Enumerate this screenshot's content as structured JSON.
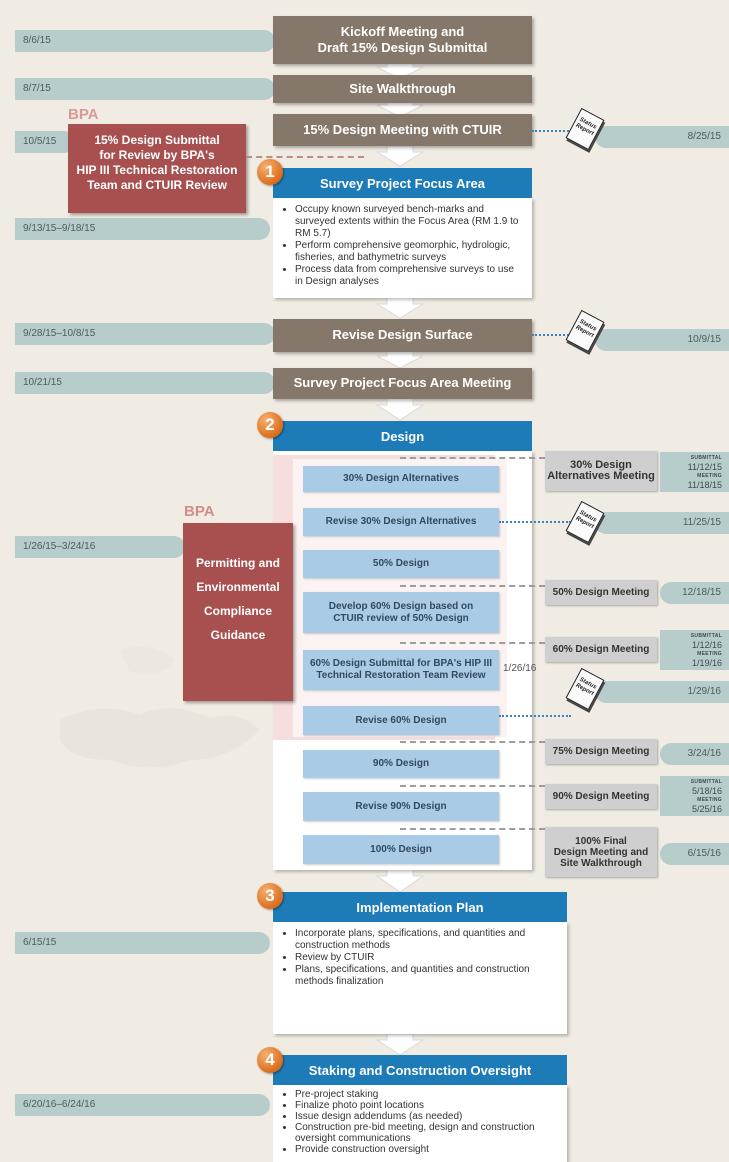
{
  "left_dates": {
    "d1": "8/6/15",
    "d2": "8/7/15",
    "d3": "10/5/15",
    "d4": "9/13/15–9/18/15",
    "d5": "9/28/15–10/8/15",
    "d6": "10/21/15",
    "d7": "1/26/15–3/24/16",
    "d8": "6/15/15",
    "d9": "6/20/16–6/24/16"
  },
  "right_dates": {
    "r1": "8/25/15",
    "r2": "10/9/15",
    "r3": "11/25/15",
    "r4": "12/18/15",
    "r5": "1/29/16",
    "r6": "3/24/16",
    "r7": "6/15/16"
  },
  "stacked_dates": {
    "s1": {
      "submittal_tag": "SUBMITTAL",
      "submittal": "11/12/15",
      "meeting_tag": "MEETING",
      "meeting": "11/18/15"
    },
    "s2": {
      "submittal_tag": "SUBMITTAL",
      "submittal": "1/12/16",
      "meeting_tag": "MEETING",
      "meeting": "1/19/16"
    },
    "s3": {
      "submittal_tag": "SUBMITTAL",
      "submittal": "5/18/16",
      "meeting_tag": "MEETING",
      "meeting": "5/25/16"
    }
  },
  "top_steps": {
    "kickoff_line1": "Kickoff Meeting and",
    "kickoff_line2": "Draft 15% Design Submittal",
    "walkthrough": "Site Walkthrough",
    "design_meeting": "15% Design Meeting with CTUIR",
    "revise_surface": "Revise Design Surface",
    "survey_meeting": "Survey Project Focus Area Meeting"
  },
  "bpa": {
    "label": "BPA",
    "box1_lines": [
      "15% Design Submittal",
      "for Review by BPA's",
      "HIP III Technical Restoration",
      "Team and CTUIR Review"
    ],
    "label2": "BPA",
    "box2_lines": [
      "Permitting and",
      "Environmental",
      "Compliance",
      "Guidance"
    ]
  },
  "status_report": "Status Report",
  "phases": {
    "p1": {
      "number": "1",
      "title": "Survey Project Focus Area",
      "bullets": [
        "Occupy known surveyed bench-marks and surveyed extents within the Focus Area (RM 1.9 to RM 5.7)",
        "Perform comprehensive geomorphic, hydrologic, fisheries, and bathymetric surveys",
        "Process data from comprehensive surveys to use in Design analyses"
      ]
    },
    "p2": {
      "number": "2",
      "title": "Design"
    },
    "p3": {
      "number": "3",
      "title": "Implementation Plan",
      "bullets": [
        "Incorporate plans, specifications, and quantities and construction methods",
        "Review by CTUIR",
        "Plans, specifications, and quantities and construction methods finalization"
      ]
    },
    "p4": {
      "number": "4",
      "title": "Staking and Construction Oversight",
      "bullets": [
        "Pre-project staking",
        "Finalize photo point locations",
        "Issue design addendums (as needed)",
        "Construction pre-bid meeting, design and construction oversight communications",
        "Provide construction oversight"
      ]
    }
  },
  "design_steps": {
    "ds1": "30% Design Alternatives",
    "ds2": "Revise 30% Design Alternatives",
    "ds3": "50% Design",
    "ds4_lines": [
      "Develop 60% Design based on",
      "CTUIR review of 50% Design"
    ],
    "ds5_lines": [
      "60% Design Submittal for BPA's HIP III",
      "Technical Restoration Team Review"
    ],
    "ds5_date": "1/26/16",
    "ds6": "Revise 60% Design",
    "ds7": "90% Design",
    "ds8": "Revise 90% Design",
    "ds9": "100% Design"
  },
  "meetings": {
    "m1_lines": [
      "30% Design",
      "Alternatives Meeting"
    ],
    "m2": "50% Design Meeting",
    "m3": "60% Design Meeting",
    "m4": "75% Design Meeting",
    "m5": "90% Design Meeting",
    "m6_lines": [
      "100% Final",
      "Design Meeting and",
      "Site Walkthrough"
    ]
  },
  "colors": {
    "brown": "#85786a",
    "blue": "#1d7bb8",
    "light_blue": "#aacbe6",
    "teal": "#b7cdcb",
    "bpa_red": "#a8504f",
    "orange": "#dd6d1b"
  }
}
